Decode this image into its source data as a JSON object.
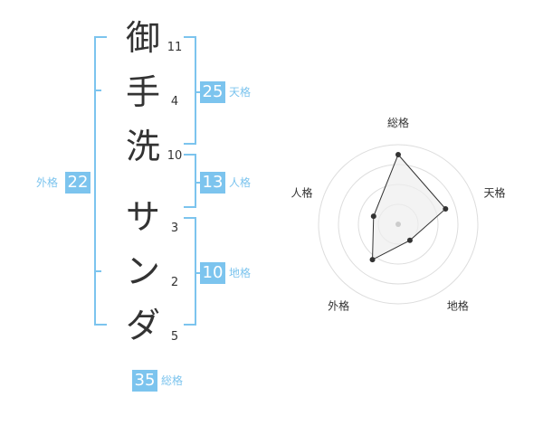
{
  "characters": [
    {
      "char": "御",
      "strokes": "11"
    },
    {
      "char": "手",
      "strokes": "4"
    },
    {
      "char": "洗",
      "strokes": "10"
    },
    {
      "char": "サ",
      "strokes": "3"
    },
    {
      "char": "ン",
      "strokes": "2"
    },
    {
      "char": "ダ",
      "strokes": "5"
    }
  ],
  "groups": {
    "tenkaku": {
      "value": "25",
      "label": "天格"
    },
    "jinkaku": {
      "value": "13",
      "label": "人格"
    },
    "chikaku": {
      "value": "10",
      "label": "地格"
    },
    "gaikaku": {
      "value": "22",
      "label": "外格"
    },
    "soukaku": {
      "value": "35",
      "label": "総格"
    }
  },
  "chart_data": {
    "type": "radar",
    "axes": [
      "総格",
      "天格",
      "地格",
      "外格",
      "人格"
    ],
    "values": [
      35,
      25,
      10,
      22,
      13
    ],
    "rings": 4,
    "colors": {
      "fill": "#eeeeee",
      "stroke": "#333333",
      "ring": "#dddddd",
      "point": "#333333",
      "center": "#cccccc"
    }
  }
}
